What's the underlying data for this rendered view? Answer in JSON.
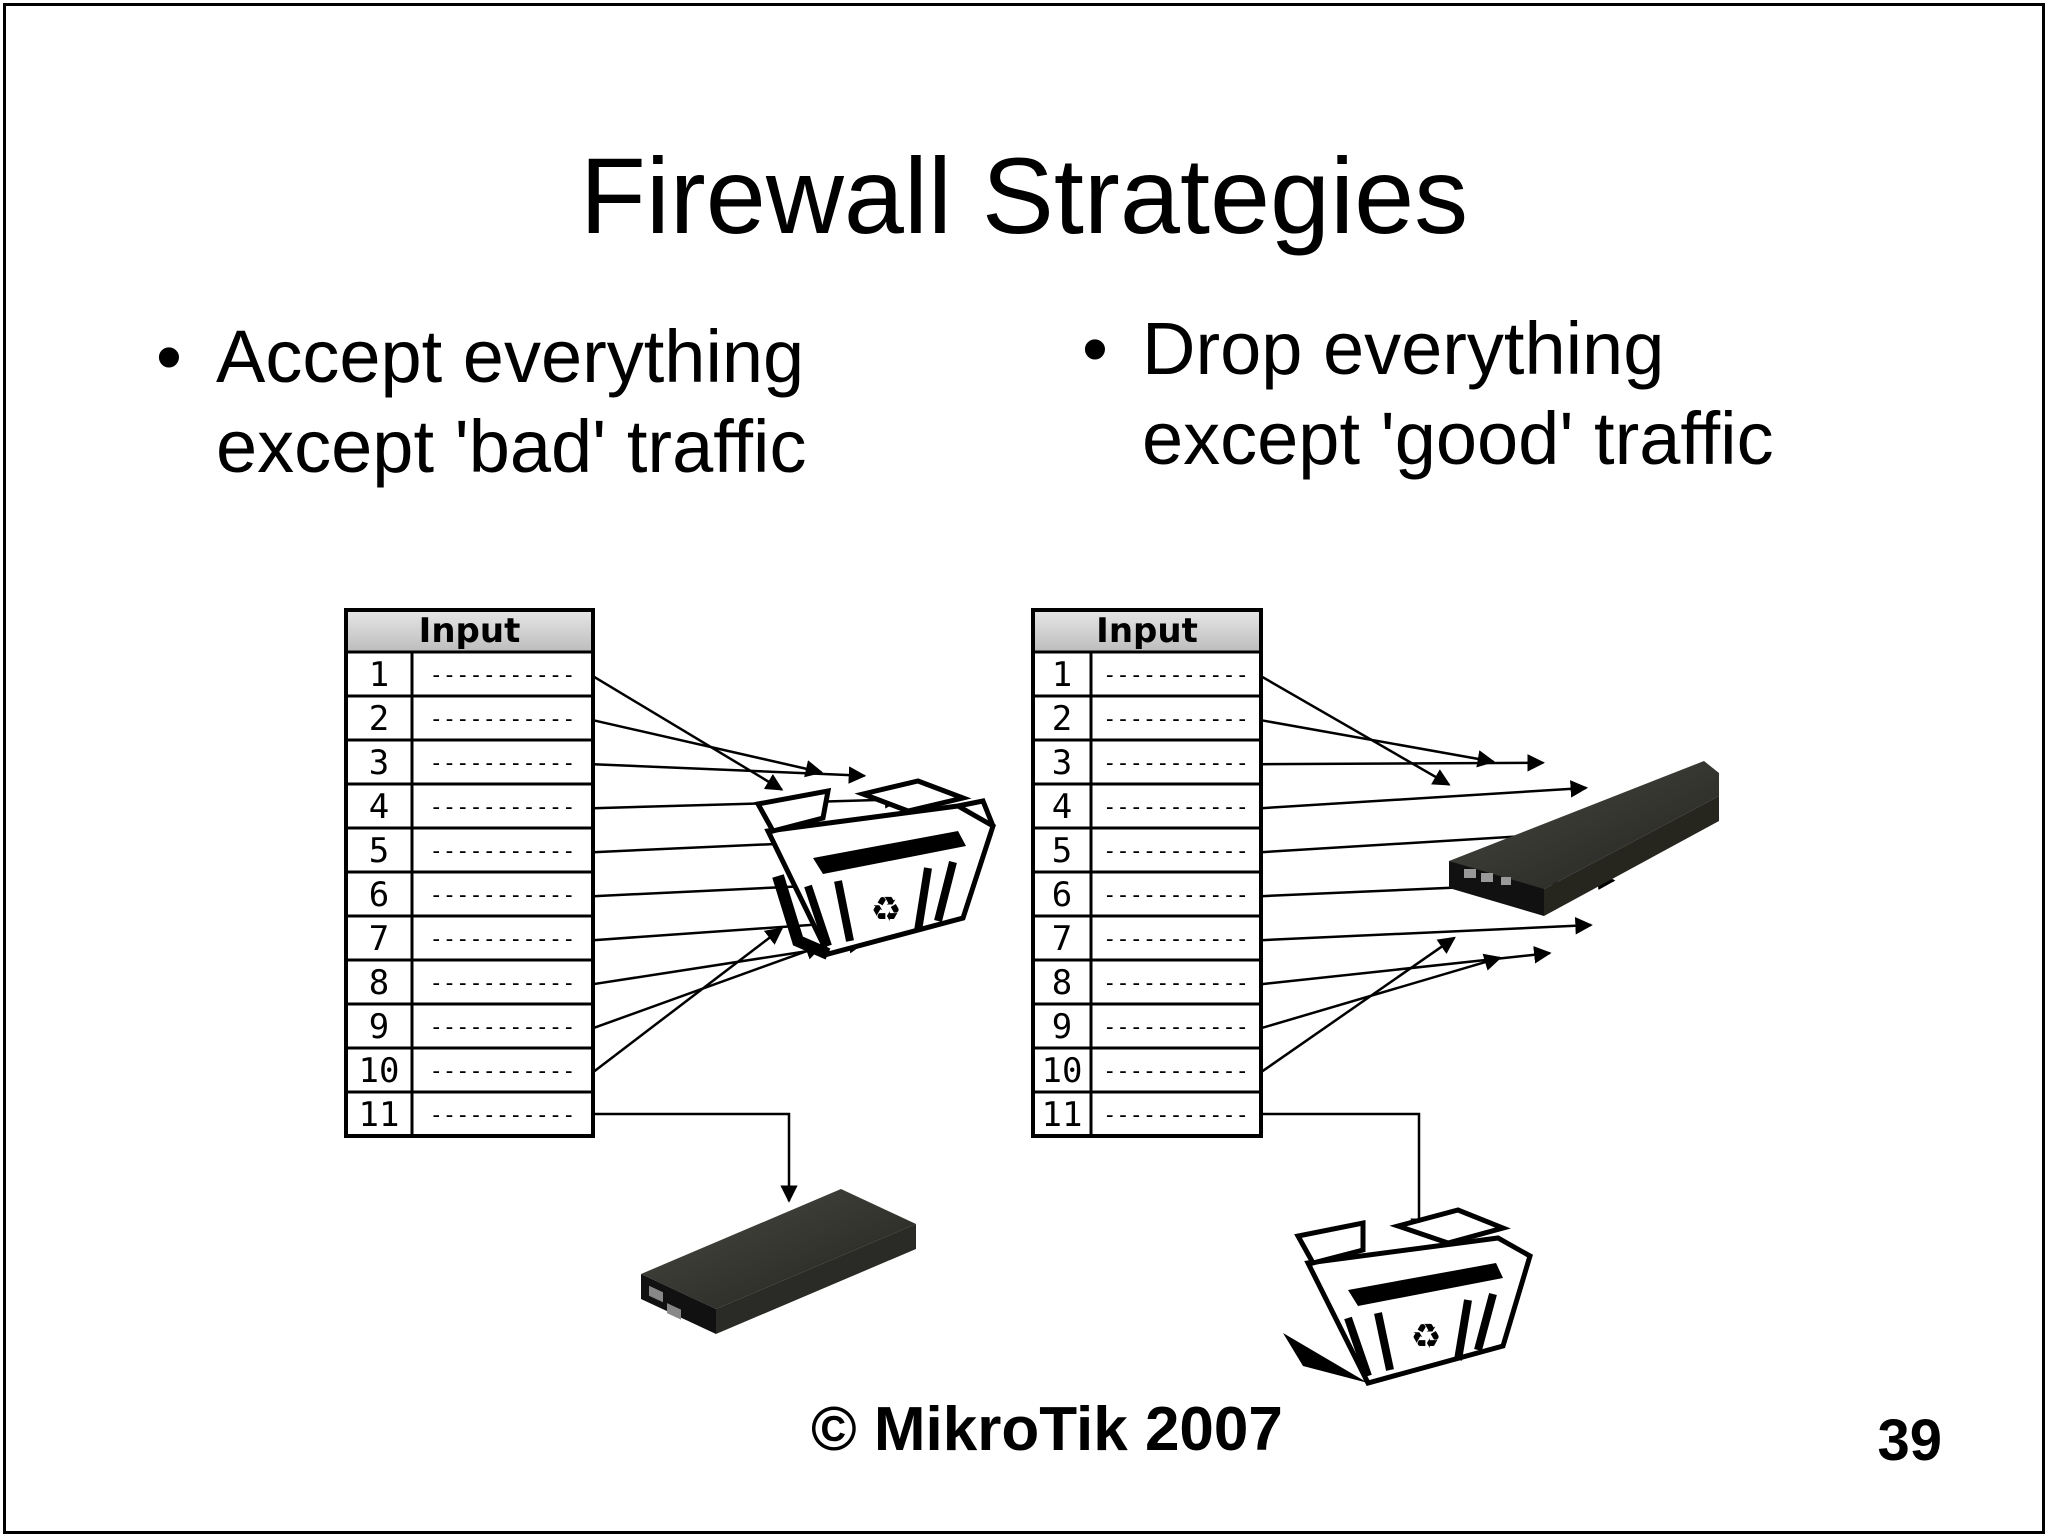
{
  "slide": {
    "title": "Firewall Strategies",
    "left_bullet": {
      "line1": "Accept everything",
      "line2": "except 'bad' traffic"
    },
    "right_bullet": {
      "line1": "Drop everything",
      "line2": "except 'good' traffic"
    },
    "bullet_symbol": "•",
    "footer": "© MikroTik 2007",
    "page_number": "39"
  },
  "diagrams": {
    "left": {
      "table_header": "Input",
      "rows": [
        "1",
        "2",
        "3",
        "4",
        "5",
        "6",
        "7",
        "8",
        "9",
        "10",
        "11"
      ],
      "rule_placeholder": "-----------",
      "rules_1_to_10_target": "recycle-bin-icon",
      "rule_11_target": "router-icon"
    },
    "right": {
      "table_header": "Input",
      "rows": [
        "1",
        "2",
        "3",
        "4",
        "5",
        "6",
        "7",
        "8",
        "9",
        "10",
        "11"
      ],
      "rule_placeholder": "-----------",
      "rules_1_to_10_target": "router-icon",
      "rule_11_target": "recycle-bin-icon"
    }
  }
}
